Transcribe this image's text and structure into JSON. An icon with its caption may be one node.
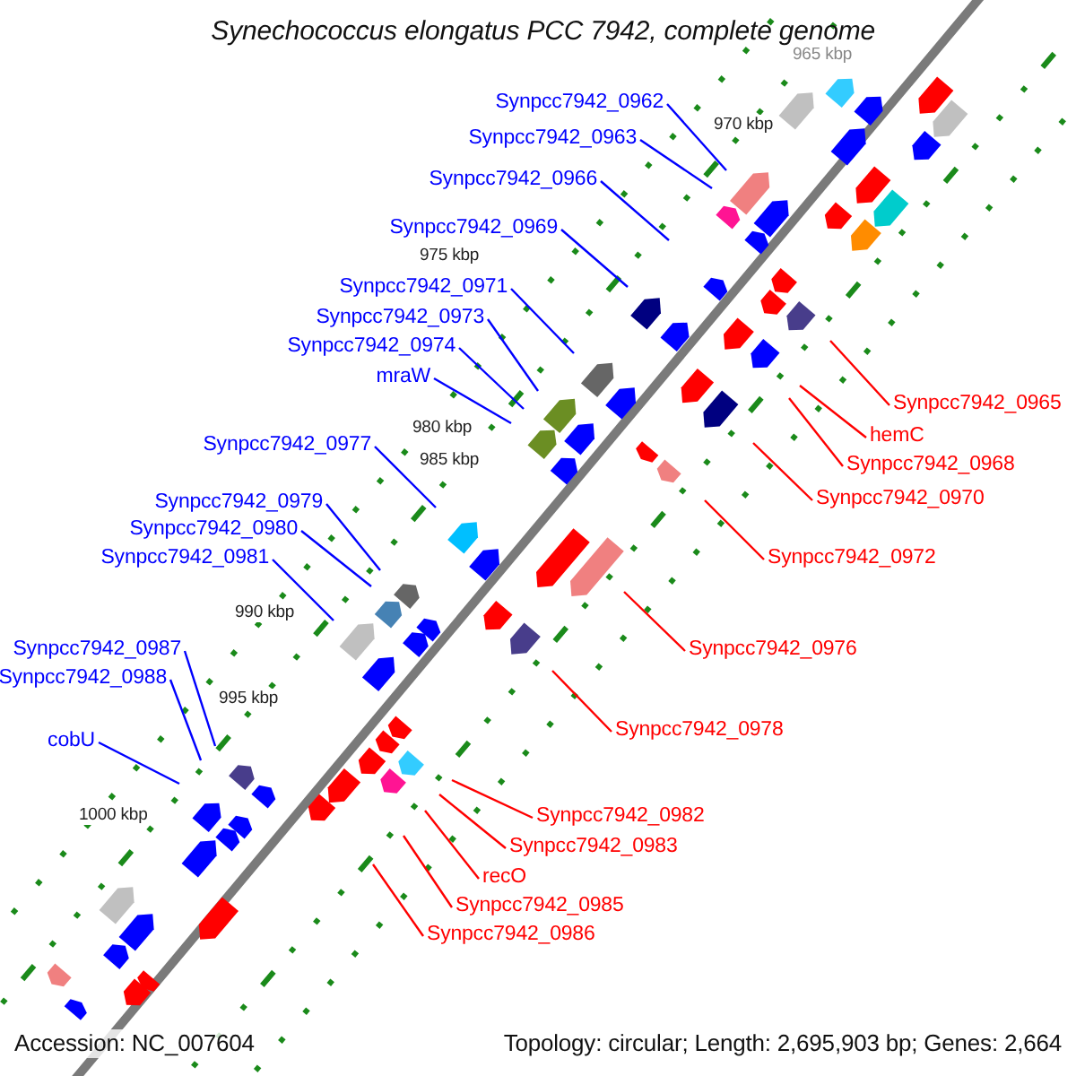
{
  "diagram": {
    "title": "Synechococcus elongatus PCC 7942, complete genome",
    "nodes": [
      {
        "text": [
          "Synpcc7942_0962"
        ]
      },
      {
        "text": [
          "Synpcc7942_0963"
        ]
      },
      {
        "text": [
          "Synpcc7942_0966"
        ]
      },
      {
        "text": [
          "Synpcc7942_0969"
        ]
      },
      {
        "text": [
          "Synpcc7942_0971"
        ]
      },
      {
        "text": [
          "Synpcc7942_0973"
        ]
      },
      {
        "text": [
          "Synpcc7942_0974"
        ]
      },
      {
        "text": [
          "mraW"
        ]
      },
      {
        "text": [
          "Synpcc7942_0965"
        ]
      },
      {
        "text": [
          "hemC"
        ]
      },
      {
        "text": [
          "Synpcc7942_0977"
        ]
      },
      {
        "text": [
          "Synpcc7942_0968"
        ]
      },
      {
        "text": [
          "Synpcc7942_0970"
        ]
      },
      {
        "text": [
          "Synpcc7942_0979"
        ]
      },
      {
        "text": [
          "Synpcc7942_0980"
        ]
      },
      {
        "text": [
          "Synpcc7942_0972"
        ]
      },
      {
        "text": [
          "Synpcc7942_0981"
        ]
      },
      {
        "text": [
          "Synpcc7942_0987"
        ]
      },
      {
        "text": [
          "Synpcc7942_0976"
        ]
      },
      {
        "text": [
          "Synpcc7942_0988"
        ]
      },
      {
        "text": [
          "Synpcc7942_0978"
        ]
      },
      {
        "text": [
          "cobU"
        ]
      },
      {
        "text": [
          "Synpcc7942_0982"
        ]
      },
      {
        "text": [
          "Synpcc7942_0983"
        ]
      },
      {
        "text": [
          "recO"
        ]
      },
      {
        "text": [
          "Synpcc7942_0985"
        ]
      },
      {
        "text": [
          "Synpcc7942_0986"
        ]
      }
    ],
    "edges": [
      {
        "from": 0,
        "to": null,
        "arrow": "none"
      },
      {
        "from": 1,
        "to": null,
        "arrow": "none"
      },
      {
        "from": 2,
        "to": null,
        "arrow": "none"
      },
      {
        "from": 3,
        "to": null,
        "arrow": "none"
      },
      {
        "from": 4,
        "to": null,
        "arrow": "none"
      },
      {
        "from": 5,
        "to": null,
        "arrow": "none"
      },
      {
        "from": 6,
        "to": null,
        "arrow": "none"
      },
      {
        "from": 7,
        "to": null,
        "arrow": "none"
      },
      {
        "from": 8,
        "to": null,
        "arrow": "none",
        "color": "#ff0000"
      },
      {
        "from": 9,
        "to": null,
        "arrow": "none",
        "color": "#ff0000"
      },
      {
        "from": 10,
        "to": null,
        "arrow": "none"
      },
      {
        "from": 11,
        "to": null,
        "arrow": "none",
        "color": "#ff0000"
      },
      {
        "from": 12,
        "to": null,
        "arrow": "none",
        "color": "#ff0000"
      },
      {
        "from": 13,
        "to": null,
        "arrow": "none"
      },
      {
        "from": 14,
        "to": null,
        "arrow": "none"
      },
      {
        "from": 15,
        "to": null,
        "arrow": "none",
        "color": "#ff0000"
      },
      {
        "from": 16,
        "to": null,
        "arrow": "none"
      },
      {
        "from": 17,
        "to": null,
        "arrow": "none"
      },
      {
        "from": 18,
        "to": null,
        "arrow": "none",
        "color": "#ff0000"
      },
      {
        "from": 19,
        "to": null,
        "arrow": "none"
      },
      {
        "from": 20,
        "to": null,
        "arrow": "none",
        "color": "#ff0000"
      },
      {
        "from": 21,
        "to": null,
        "arrow": "none"
      },
      {
        "from": 22,
        "to": null,
        "arrow": "none",
        "color": "#ff0000"
      },
      {
        "from": 23,
        "to": null,
        "arrow": "none",
        "color": "#ff0000"
      },
      {
        "from": 24,
        "to": null,
        "arrow": "none",
        "color": "#ff0000"
      },
      {
        "from": 25,
        "to": null,
        "arrow": "none",
        "color": "#ff0000"
      },
      {
        "from": 26,
        "to": null,
        "arrow": "none",
        "color": "#ff0000"
      }
    ],
    "labels": [
      "965 kbp",
      "970 kbp",
      "975 kbp",
      "980 kbp",
      "985 kbp",
      "990 kbp",
      "995 kbp",
      "1000 kbp",
      "Accession: NC_007604",
      "Topology: circular; Length: 2,695,903 bp; Genes: 2,664"
    ]
  }
}
